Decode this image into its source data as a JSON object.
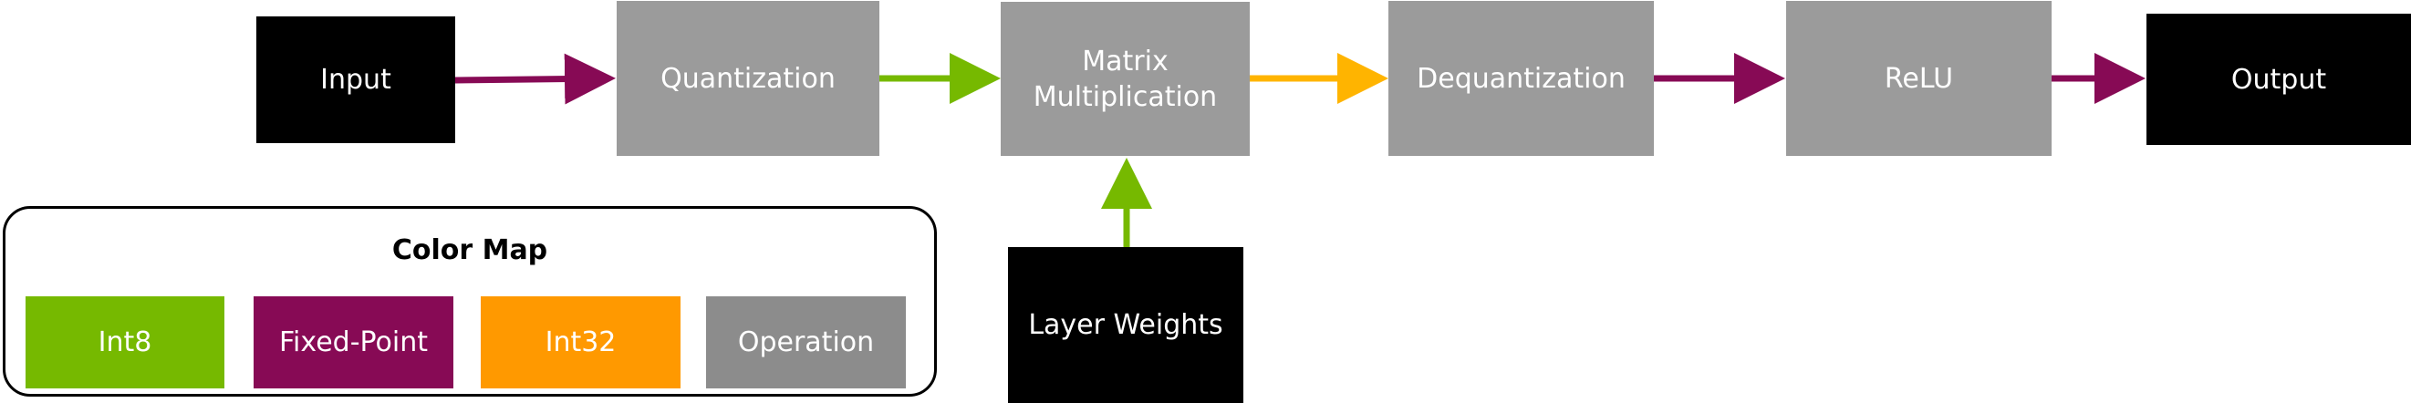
{
  "colors": {
    "int8": "#76b900",
    "fixed_point": "#870a55",
    "int32": "#ffb400",
    "operation": "#9b9b9b",
    "io": "#000000"
  },
  "nodes": {
    "input": "Input",
    "quantization": "Quantization",
    "matmul": "Matrix\nMultiplication",
    "dequantization": "Dequantization",
    "relu": "ReLU",
    "output": "Output",
    "layer_weights": "Layer Weights"
  },
  "edges": [
    {
      "from": "input",
      "to": "quantization",
      "type": "fixed-point"
    },
    {
      "from": "quantization",
      "to": "matmul",
      "type": "int8"
    },
    {
      "from": "matmul",
      "to": "dequantization",
      "type": "int32"
    },
    {
      "from": "dequantization",
      "to": "relu",
      "type": "fixed-point"
    },
    {
      "from": "relu",
      "to": "output",
      "type": "fixed-point"
    },
    {
      "from": "layer_weights",
      "to": "matmul",
      "type": "int8"
    }
  ],
  "legend": {
    "title": "Color Map",
    "items": [
      {
        "label": "Int8",
        "color": "#76b900"
      },
      {
        "label": "Fixed-Point",
        "color": "#870a55"
      },
      {
        "label": "Int32",
        "color": "#ff9900"
      },
      {
        "label": "Operation",
        "color": "#8c8c8c"
      }
    ]
  }
}
